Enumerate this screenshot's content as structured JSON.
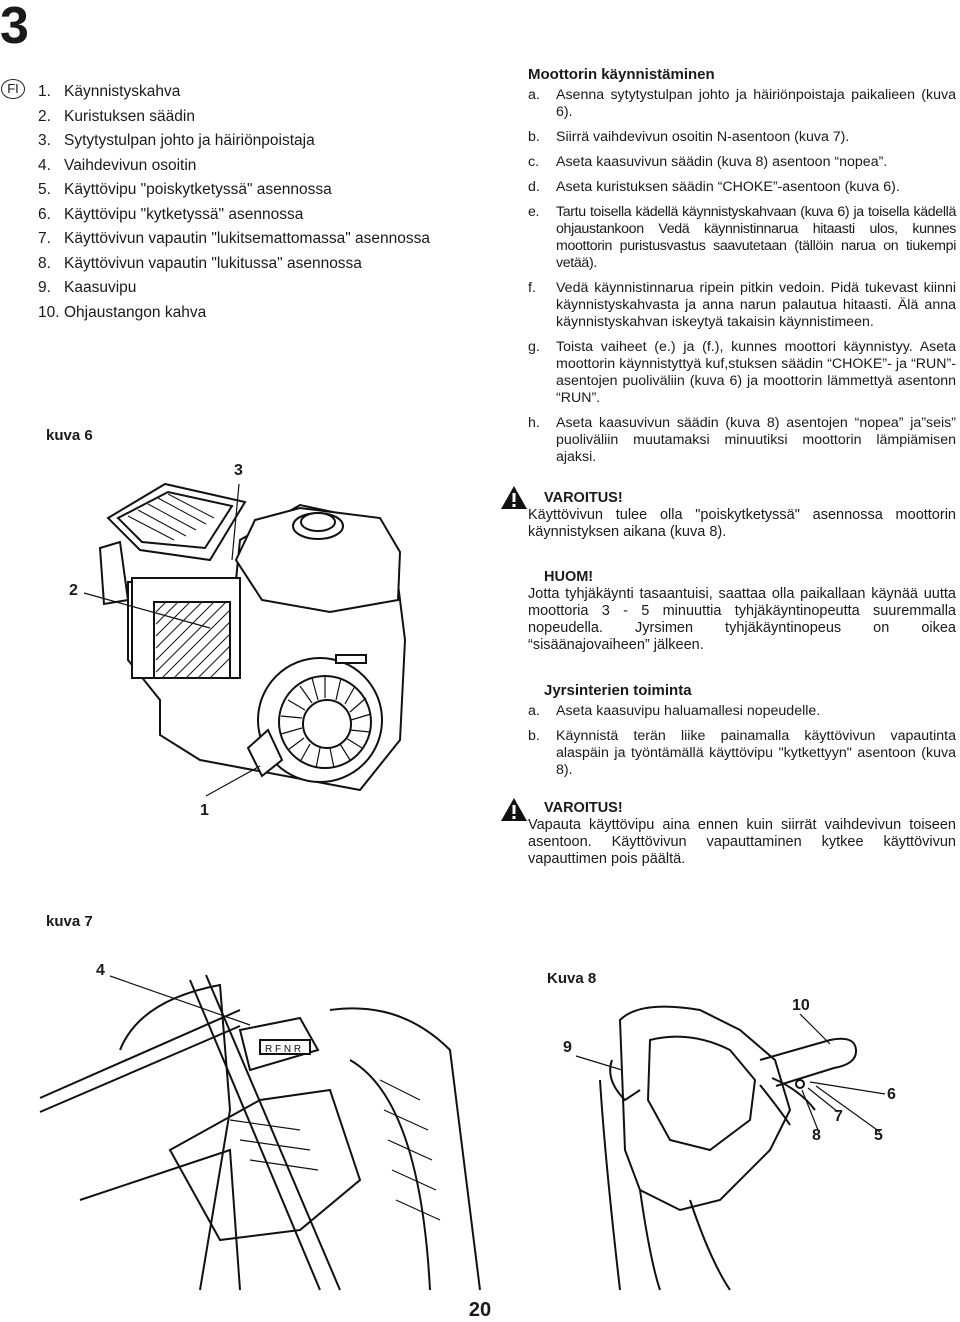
{
  "page": {
    "chapter": "3",
    "lang": "FI",
    "page_number": "20"
  },
  "parts_list": [
    {
      "num": "1.",
      "label": "Käynnistyskahva"
    },
    {
      "num": "2.",
      "label": "Kuristuksen säädin"
    },
    {
      "num": "3.",
      "label": "Sytytystulpan johto ja häiriönpoistaja"
    },
    {
      "num": "4.",
      "label": "Vaihdevivun osoitin"
    },
    {
      "num": "5.",
      "label": "Käyttövipu \"poiskytketyssä\" asennossa"
    },
    {
      "num": "6.",
      "label": "Käyttövipu \"kytketyssä\" asennossa"
    },
    {
      "num": "7.",
      "label": "Käyttövivun vapautin \"lukitsemattomassa\" asennossa"
    },
    {
      "num": "8.",
      "label": "Käyttövivun vapautin \"lukitussa\" asennossa"
    },
    {
      "num": "9.",
      "label": "Kaasuvipu"
    },
    {
      "num": "10.",
      "label": "Ohjaustangon kahva"
    }
  ],
  "figures": {
    "fig6": {
      "label": "kuva 6",
      "callouts": [
        "3",
        "2",
        "1"
      ]
    },
    "fig7": {
      "label": "kuva 7",
      "callouts": [
        "4"
      ]
    },
    "fig8": {
      "label": "Kuva 8",
      "callouts": [
        "10",
        "9",
        "6",
        "7",
        "8",
        "5"
      ]
    }
  },
  "start_section": {
    "title": "Moottorin käynnistäminen",
    "steps": [
      {
        "letter": "a.",
        "text": "Asenna sytytystulpan johto ja häiriönpoistaja paikalieen (kuva 6)."
      },
      {
        "letter": "b.",
        "text": "Siirrä vaihdevivun osoitin N-asentoon (kuva 7)."
      },
      {
        "letter": "c.",
        "text": "Aseta kaasuvivun säädin (kuva 8) asentoon “nopea”."
      },
      {
        "letter": "d.",
        "text": "Aseta kuristuksen säädin “CHOKE”-asentoon (kuva 6)."
      },
      {
        "letter": "e.",
        "text": "Tartu toisella kädellä käynnistyskahvaan (kuva 6) ja toisella kädellä ohjaustankoon Vedä käynnistinnarua hitaasti ulos, kunnes moottorin puristusvastus saavutetaan (tällöin narua on tiukempi vetää)."
      },
      {
        "letter": "f.",
        "text": "Vedä käynnistinnarua ripein pitkin vedoin. Pidä tukevast kiinni käynnistyskahvasta ja anna narun palautua hitaasti. Älä anna käynnistyskahvan iskeytyä takaisin käynnistimeen."
      },
      {
        "letter": "g.",
        "text": "Toista vaiheet (e.) ja (f.), kunnes moottori käynnistyy. Aseta moottorin käynnistyttyä kuf,stuksen säädin “CHOKE”- ja “RUN”-asentojen puoliväliin (kuva 6) ja moottorin lämmettyä asentonn “RUN”."
      },
      {
        "letter": "h.",
        "text": "Aseta kaasuvivun säädin (kuva 8) asentojen “nopea” ja”seis” puoliväliin muutamaksi minuutiksi moottorin lämpiämisen ajaksi."
      }
    ]
  },
  "warning1": {
    "title": "VAROITUS!",
    "text": "Käyttövivun tulee olla \"poiskytketyssä\" asennossa moottorin käynnistyksen aikana (kuva 8)."
  },
  "note": {
    "title": "HUOM!",
    "text": "Jotta tyhjäkäynti tasaantuisi, saattaa olla paikallaan käynää uutta moottoria 3 - 5 minuuttia tyhjäkäyntinopeutta suuremmalla nopeudella. Jyrsimen tyhjäkäyntinopeus on oikea “sisäänajovaiheen” jälkeen."
  },
  "tiller_section": {
    "title": "Jyrsinterien toiminta",
    "steps": [
      {
        "letter": "a.",
        "text": "Aseta kaasuvipu haluamallesi nopeudelle."
      },
      {
        "letter": "b.",
        "text": "Käynnistä terän liike painamalla käyttövivun vapautinta alaspäin ja työntämällä käyttövipu \"kytkettyyn\" asentoon (kuva 8)."
      }
    ]
  },
  "warning2": {
    "title": "VAROITUS!",
    "text": "Vapauta käyttövipu aina ennen kuin siirrät vaihdevivun toiseen asentoon. Käyttövivun vapauttaminen kytkee käyttövivun vapauttimen pois päältä."
  }
}
